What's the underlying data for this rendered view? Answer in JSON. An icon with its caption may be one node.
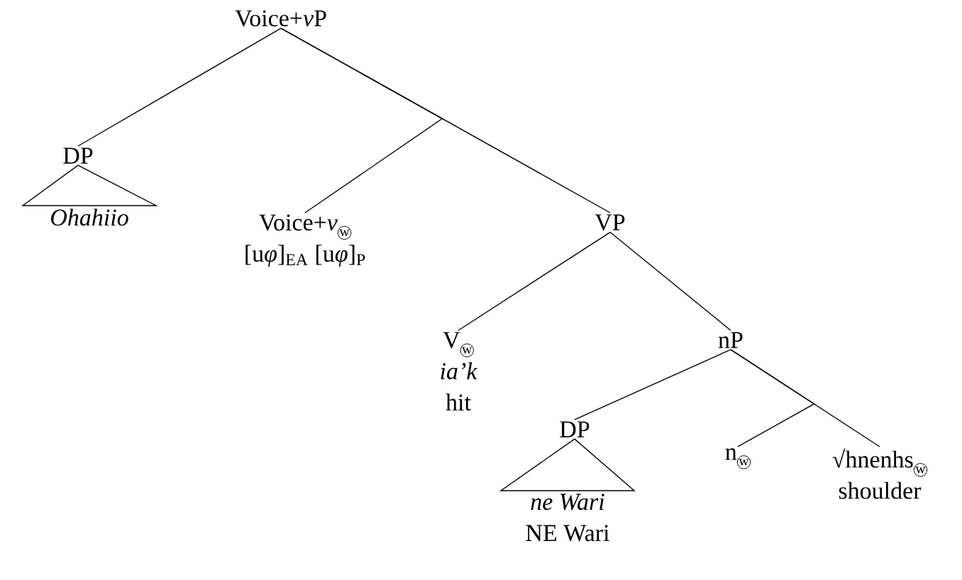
{
  "diagram": {
    "nodes": [
      {
        "text": [
          "Voice+vP"
        ]
      },
      {
        "text": [
          "DP"
        ]
      },
      {
        "text": [
          "Ohahiio"
        ]
      },
      {
        "text": [
          "Voice+vw",
          "[uφ]$_{EA}$ [uφ]$_{P}$"
        ]
      },
      {
        "text": [
          "VP"
        ]
      },
      {
        "text": [
          "Vw",
          "ia’k",
          "hit"
        ]
      },
      {
        "text": [
          "nP"
        ]
      },
      {
        "text": [
          "DP"
        ]
      },
      {
        "text": [
          "ne Wari",
          "NE Wari"
        ]
      },
      {
        "text": [
          "nw"
        ]
      },
      {
        "text": [
          "√hnenhsw",
          "shoulder"
        ]
      }
    ],
    "edges": [
      {
        "from": 0,
        "to": 1,
        "arrow": "none"
      },
      {
        "from": 0,
        "to": 3,
        "arrow": "none"
      },
      {
        "from": 0,
        "to": 4,
        "arrow": "none"
      },
      {
        "from": 4,
        "to": 5,
        "arrow": "none"
      },
      {
        "from": 4,
        "to": 6,
        "arrow": "none"
      },
      {
        "from": 6,
        "to": 7,
        "arrow": "none"
      },
      {
        "from": 6,
        "to": 9,
        "arrow": "none"
      },
      {
        "from": 6,
        "to": 10,
        "arrow": "none"
      }
    ]
  }
}
